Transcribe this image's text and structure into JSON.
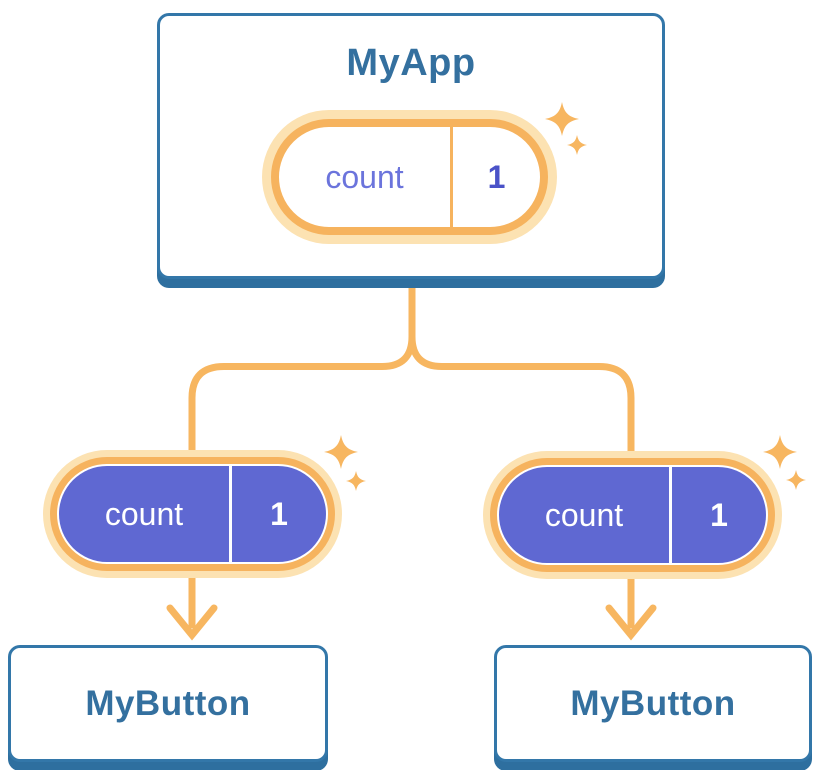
{
  "colors": {
    "bg": "#ffffff",
    "card-border": "#3377A9",
    "card-shadow": "#2E6F9F",
    "card-text": "#34709F",
    "orange": "#F7B660",
    "orange-ring": "#F6B35E",
    "orange-soft": "#FCE2B2",
    "purple-fill": "#5F68D2",
    "purple-text": "#6B74DC",
    "purple-value": "#4A52C8"
  },
  "diagram": {
    "root": {
      "title": "MyApp",
      "state": {
        "label": "count",
        "value": "1"
      }
    },
    "children": [
      {
        "title": "MyButton",
        "state": {
          "label": "count",
          "value": "1"
        }
      },
      {
        "title": "MyButton",
        "state": {
          "label": "count",
          "value": "1"
        }
      }
    ]
  }
}
